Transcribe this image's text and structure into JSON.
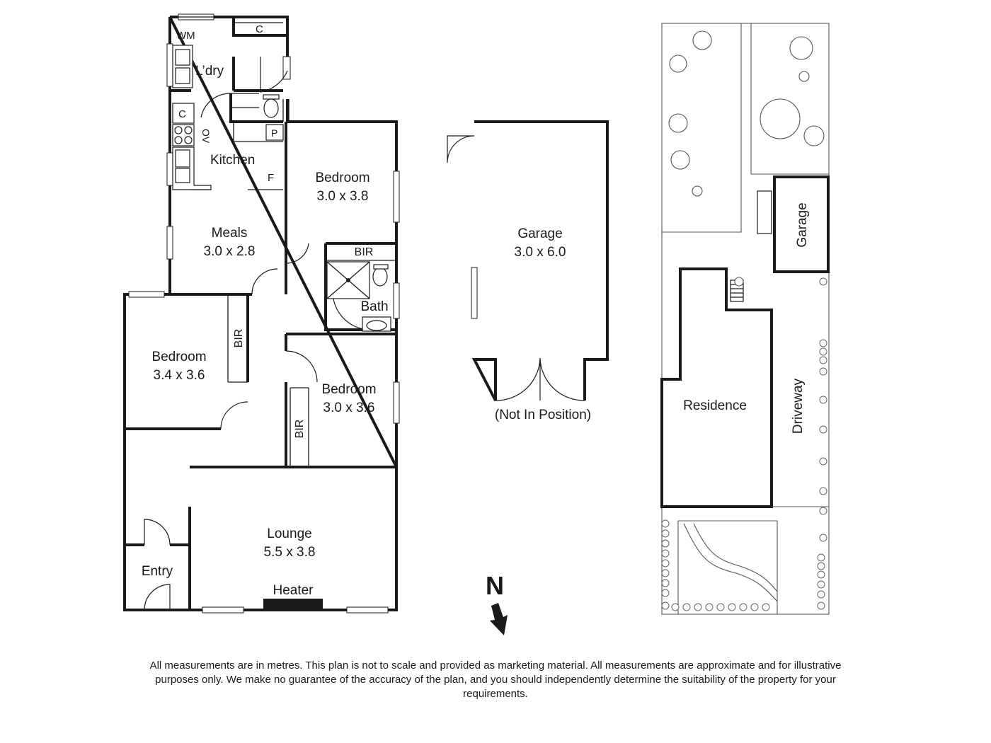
{
  "rooms": {
    "wm": "WM",
    "cupboard_laundry": "C",
    "laundry": "L’dry",
    "cupboard_kitchen": "C",
    "oven": "OV",
    "pantry": "P",
    "kitchen": "Kitchen",
    "fridge": "F",
    "meals": {
      "name": "Meals",
      "size": "3.0 x 2.8"
    },
    "bedroom_rear": {
      "name": "Bedroom",
      "size": "3.0 x 3.8"
    },
    "bir_rear": "BIR",
    "bath": "Bath",
    "bedroom_west": {
      "name": "Bedroom",
      "size": "3.4 x 3.6"
    },
    "bir_west": "BIR",
    "bedroom_mid": {
      "name": "Bedroom",
      "size": "3.0 x 3.6"
    },
    "bir_mid": "BIR",
    "lounge": {
      "name": "Lounge",
      "size": "5.5 x 3.8"
    },
    "heater": "Heater",
    "entry": "Entry"
  },
  "garage": {
    "name": "Garage",
    "size": "3.0 x 6.0",
    "note": "(Not In Position)"
  },
  "north": "N",
  "site": {
    "garage": "Garage",
    "residence": "Residence",
    "driveway": "Driveway"
  },
  "disclaimer": "All measurements are in metres. This plan is not to scale and provided as marketing material. All measurements are approximate and for illustrative purposes only. We make no guarantee of the accuracy of the plan, and you should independently determine the suitability of the property for your requirements."
}
